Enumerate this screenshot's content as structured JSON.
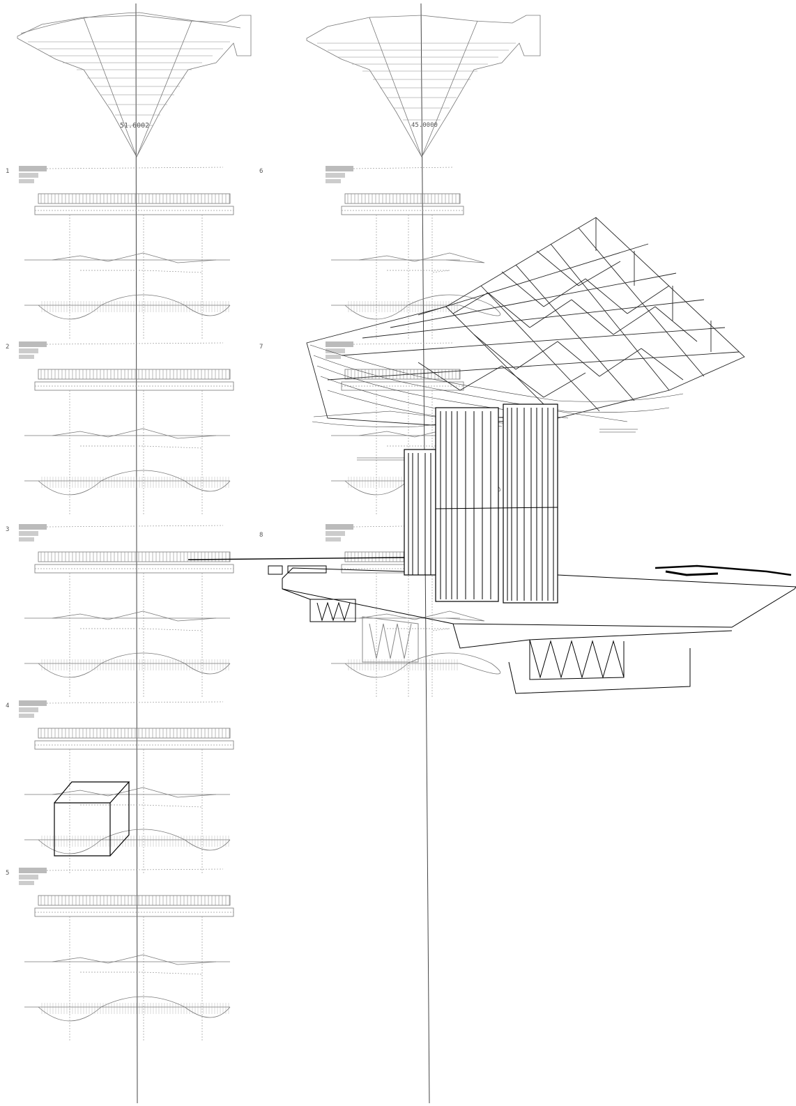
{
  "roof_section_left": {
    "peak_label": "51.6002"
  },
  "roof_section_right": {
    "peak_label": "45.0000"
  },
  "left_diagram_labels": [
    "1",
    "2",
    "3",
    "4",
    "5"
  ],
  "right_diagram_labels": [
    "6",
    "7",
    "8"
  ],
  "colors": {
    "ink": "#000000",
    "light_ink": "#777777",
    "paper": "#ffffff"
  }
}
